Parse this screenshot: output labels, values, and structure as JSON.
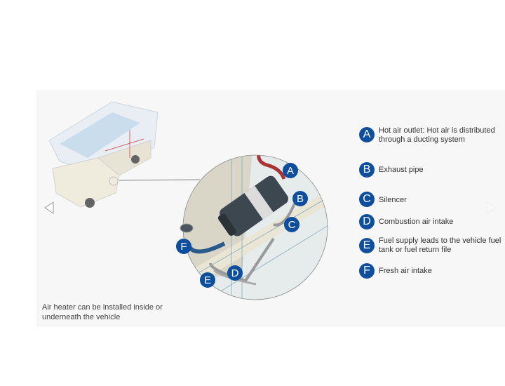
{
  "caption": "Air heater can be installed inside or underneath the vehicle",
  "legend": [
    {
      "letter": "A",
      "text": "Hot air outlet: Hot air is distributed through a ducting system"
    },
    {
      "letter": "B",
      "text": "Exhaust pipe"
    },
    {
      "letter": "C",
      "text": "Silencer"
    },
    {
      "letter": "D",
      "text": "Combustion air intake"
    },
    {
      "letter": "E",
      "text": "Fuel supply leads to the vehicle fuel tank or fuel return file"
    },
    {
      "letter": "F",
      "text": "Fresh air intake"
    }
  ],
  "colors": {
    "badge": "#0d4f9e",
    "background": "#f7f7f7"
  },
  "nav": {
    "prev_icon": "triangle-left-icon",
    "next_icon": "triangle-right-icon"
  }
}
